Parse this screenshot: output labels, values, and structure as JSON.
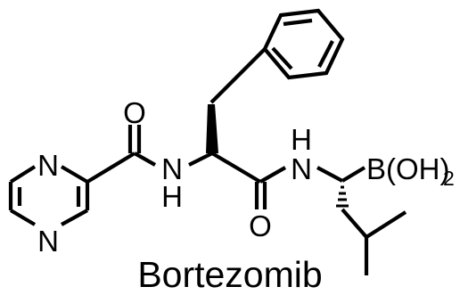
{
  "molecule": {
    "name": "Bortezomib",
    "atoms": {
      "pyrazine_n1": "N",
      "pyrazine_n4": "N",
      "carbonyl_o1": "O",
      "amide_n1": "N",
      "amide_h1": "H",
      "carbonyl_o2": "O",
      "amide_n2": "N",
      "amide_h2": "H",
      "boronic_acid": "B(OH)",
      "boronic_subscript": "2"
    }
  }
}
